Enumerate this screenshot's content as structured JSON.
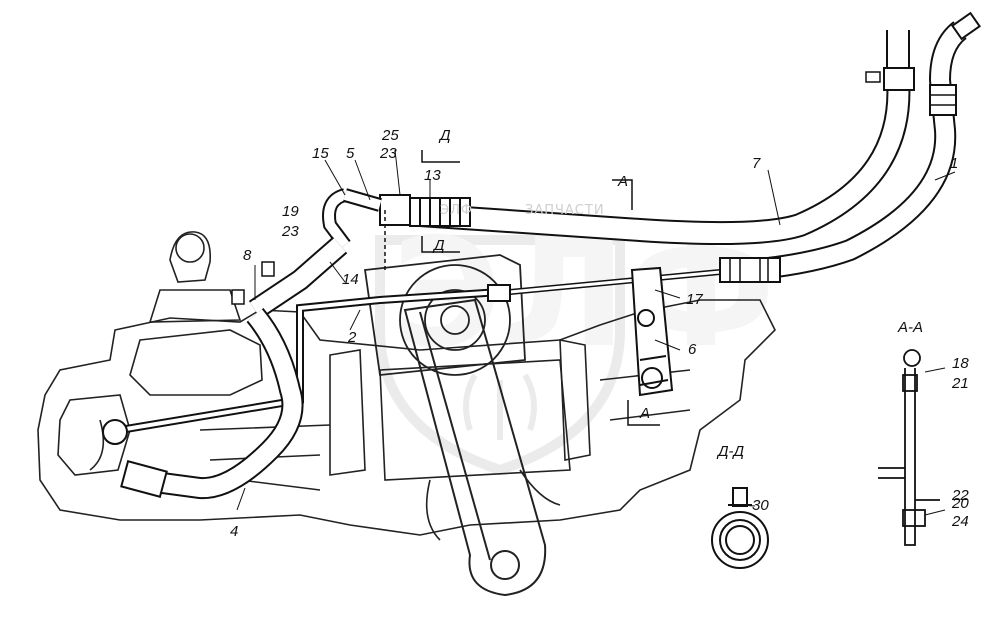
{
  "diagram": {
    "callouts": {
      "c1": "1",
      "c2": "2",
      "c4": "4",
      "c5": "5",
      "c6": "6",
      "c7": "7",
      "c8": "8",
      "c13": "13",
      "c14": "14",
      "c15": "15",
      "c17": "17",
      "c18": "18",
      "c19": "19",
      "c20": "20",
      "c21": "21",
      "c22": "22",
      "c23a": "23",
      "c23b": "23",
      "c24": "24",
      "c25": "25",
      "c30": "30"
    },
    "section_marks": {
      "d_top": "Д",
      "d_mid": "Д",
      "a_top": "А",
      "a_bottom": "А"
    },
    "section_views": {
      "aa_title": "А-А",
      "dd_title": "Д-Д"
    },
    "watermark": {
      "brand_letters": "ЭЛФ",
      "text_left": "ЭЛФ",
      "text_right": "ЗАПЧАСТИ"
    }
  }
}
